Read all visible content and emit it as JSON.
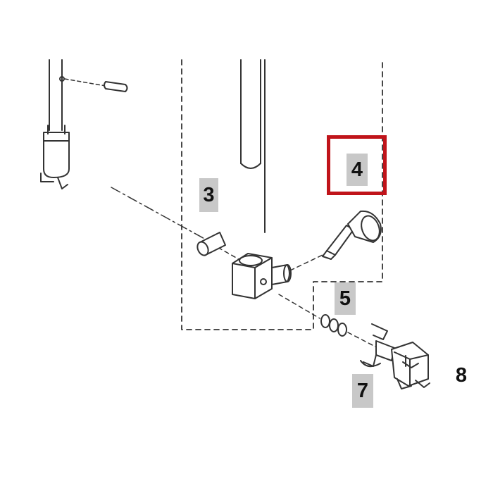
{
  "callouts": {
    "c3": "3",
    "c4": "4",
    "c5": "5",
    "c7": "7",
    "c8": "8"
  },
  "highlighted_callout": "4",
  "colors": {
    "highlight": "#c0141a",
    "line": "#333333",
    "callout_bg": "#c8c8c8"
  }
}
